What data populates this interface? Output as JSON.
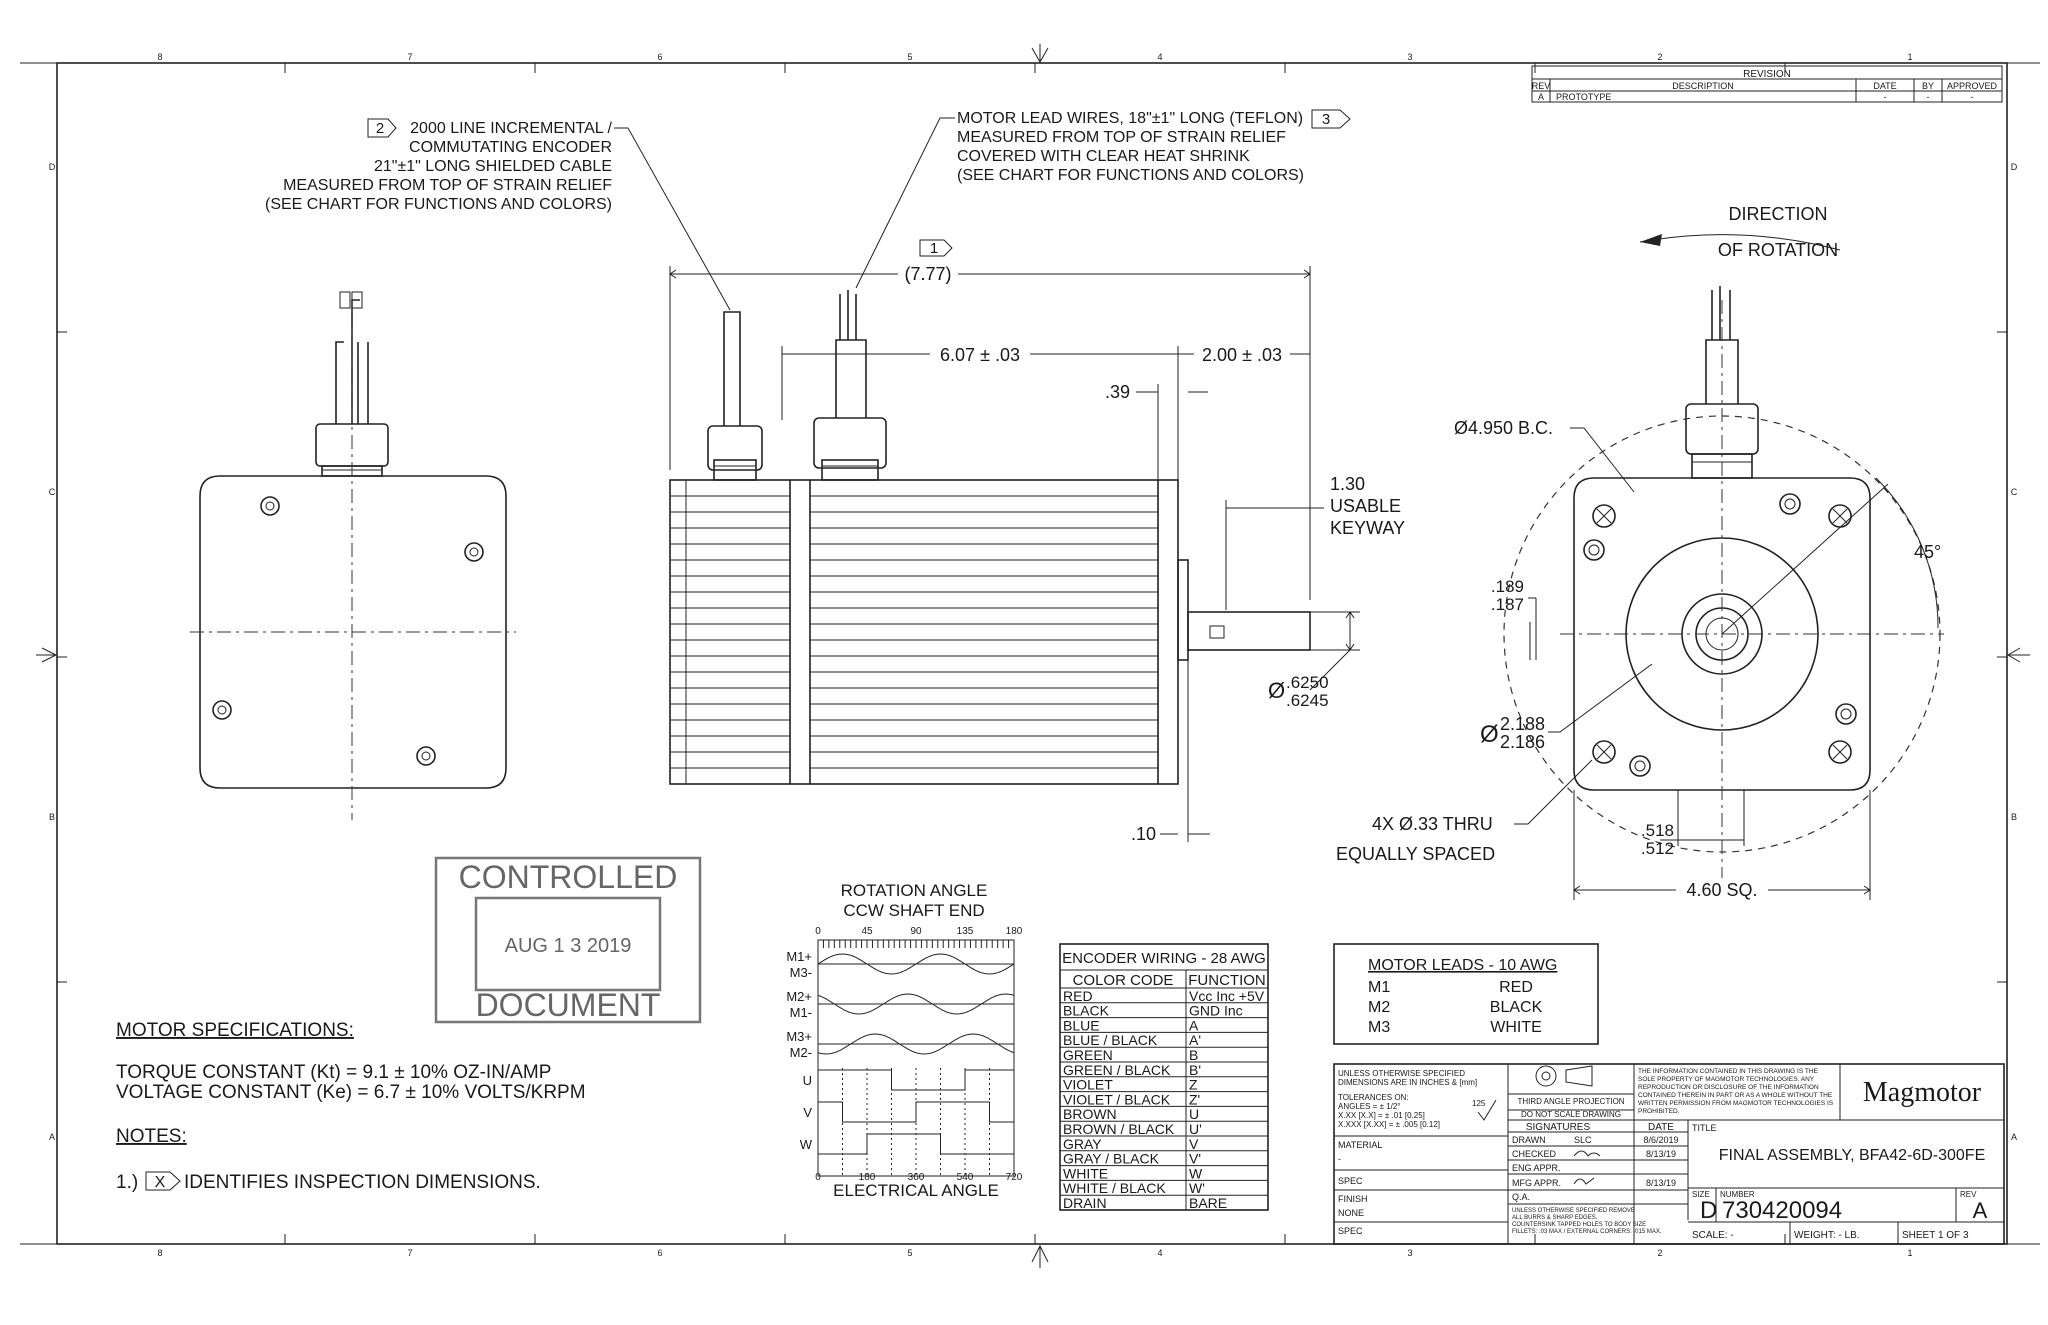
{
  "border": {
    "columns": [
      "8",
      "7",
      "6",
      "5",
      "4",
      "3",
      "2",
      "1"
    ],
    "rows": [
      "D",
      "C",
      "B",
      "A"
    ]
  },
  "revision": {
    "header": "REVISION",
    "cols": [
      "REV",
      "DESCRIPTION",
      "DATE",
      "BY",
      "APPROVED"
    ],
    "row": [
      "A",
      "PROTOTYPE",
      "-",
      "-",
      "-"
    ]
  },
  "callouts": {
    "encoder": {
      "tag": "2",
      "lines": [
        "2000 LINE INCREMENTAL /",
        "COMMUTATING ENCODER",
        "21\"±1\" LONG SHIELDED CABLE",
        "MEASURED FROM TOP OF STRAIN RELIEF",
        "(SEE CHART FOR FUNCTIONS AND COLORS)"
      ]
    },
    "leads": {
      "tag": "3",
      "lines": [
        "MOTOR LEAD WIRES, 18\"±1\" LONG (TEFLON)",
        "MEASURED FROM TOP OF STRAIN RELIEF",
        "COVERED WITH CLEAR HEAT SHRINK",
        "(SEE CHART FOR FUNCTIONS AND COLORS)"
      ]
    }
  },
  "dims": {
    "overall_tag": "1",
    "overall": "(7.77)",
    "body": "6.07 ± .03",
    "shaft": "2.00 ± .03",
    "flange": ".39",
    "pilot": ".10",
    "keyway_len": "1.30",
    "keyway_l2": "USABLE",
    "keyway_l3": "KEYWAY",
    "key_a": ".189",
    "key_b": ".187",
    "shaft_prefix": "Ø",
    "shaft_a": ".6250",
    "shaft_b": ".6245",
    "bc": "Ø4.950 B.C.",
    "pilot_prefix": "Ø",
    "pilot_a": "2.188",
    "pilot_b": "2.186",
    "holes": "4X Ø.33 THRU",
    "holes_l2": "EQUALLY SPACED",
    "off_a": ".518",
    "off_b": ".512",
    "square": "4.60 SQ.",
    "angle": "45°",
    "rot1": "DIRECTION",
    "rot2": "OF ROTATION"
  },
  "stamp": {
    "top": "CONTROLLED",
    "date": "AUG 1 3 2019",
    "bottom": "DOCUMENT"
  },
  "rotation": {
    "title1": "ROTATION ANGLE",
    "title2": "CCW SHAFT END",
    "top_ticks": [
      "0",
      "45",
      "90",
      "135",
      "180"
    ],
    "labels": [
      "M1+",
      "M3-",
      "M2+",
      "M1-",
      "M3+",
      "M2-",
      "U",
      "V",
      "W"
    ],
    "bottom_ticks": [
      "0",
      "180",
      "360",
      "540",
      "720"
    ],
    "xlabel": "ELECTRICAL ANGLE"
  },
  "encoder_table": {
    "title": "ENCODER WIRING - 28 AWG",
    "headers": [
      "COLOR CODE",
      "FUNCTION"
    ],
    "rows": [
      [
        "RED",
        "Vcc Inc +5V"
      ],
      [
        "BLACK",
        "GND Inc"
      ],
      [
        "BLUE",
        "A"
      ],
      [
        "BLUE / BLACK",
        "A'"
      ],
      [
        "GREEN",
        "B"
      ],
      [
        "GREEN / BLACK",
        "B'"
      ],
      [
        "VIOLET",
        "Z"
      ],
      [
        "VIOLET / BLACK",
        "Z'"
      ],
      [
        "BROWN",
        "U"
      ],
      [
        "BROWN / BLACK",
        "U'"
      ],
      [
        "GRAY",
        "V"
      ],
      [
        "GRAY / BLACK",
        "V'"
      ],
      [
        "WHITE",
        "W"
      ],
      [
        "WHITE / BLACK",
        "W'"
      ],
      [
        "DRAIN",
        "BARE"
      ]
    ]
  },
  "motor_leads": {
    "title": "MOTOR LEADS - 10 AWG",
    "rows": [
      [
        "M1",
        "RED"
      ],
      [
        "M2",
        "BLACK"
      ],
      [
        "M3",
        "WHITE"
      ]
    ]
  },
  "specs": {
    "title": "MOTOR SPECIFICATIONS:",
    "kt": "TORQUE CONSTANT (Kt) = 9.1 ± 10% OZ-IN/AMP",
    "ke": "VOLTAGE CONSTANT (Ke) = 6.7 ± 10% VOLTS/KRPM",
    "notes_title": "NOTES:",
    "note_prefix": "1.)",
    "note_tag": "X",
    "note_text": "IDENTIFIES INSPECTION DIMENSIONS."
  },
  "title_block": {
    "tol1": "UNLESS OTHERWISE SPECIFIED",
    "tol2": "DIMENSIONS ARE IN INCHES & [mm]",
    "tol3": "TOLERANCES ON:",
    "tol4": "ANGLES = ± 1/2°",
    "tol5": "X.XX [X.X] = ± .01 [0.25]",
    "tol6": "X.XXX [X.XX] = ± .005 [0.12]",
    "finish_sym": "125",
    "projection": "THIRD ANGLE PROJECTION",
    "noscale": "DO NOT SCALE DRAWING",
    "material": "MATERIAL",
    "material_val": "-",
    "spec": "SPEC",
    "finish": "FINISH",
    "finish_val": "NONE",
    "spec2": "SPEC",
    "signatures": "SIGNATURES",
    "date": "DATE",
    "drawn": "DRAWN",
    "drawn_by": "SLC",
    "drawn_date": "8/6/2019",
    "checked": "CHECKED",
    "checked_date": "8/13/19",
    "eng": "ENG APPR.",
    "mfg": "MFG APPR.",
    "mfg_date": "8/13/19",
    "qa": "Q.A.",
    "burr1": "UNLESS OTHERWISE SPECIFIED REMOVE",
    "burr2": "ALL BURRS & SHARP EDGES,",
    "burr3": "COUNTERSINK TAPPED HOLES TO BODY SIZE",
    "burr4": "FILLETS: .03 MAX / EXTERNAL CORNERS: .015 MAX.",
    "prop1": "THE INFORMATION CONTAINED IN THIS DRAWING IS THE",
    "prop2": "SOLE PROPERTY OF MAGMOTOR TECHNOLOGIES. ANY",
    "prop3": "REPRODUCTION OR DISCLOSURE OF THE INFORMATION",
    "prop4": "CONTAINED THEREIN IN PART OR AS A WHOLE WITHOUT THE",
    "prop5": "WRITTEN PERMISSION FROM MAGMOTOR TECHNOLOGIES IS",
    "prop6": "PROHIBITED.",
    "logo": "Magmotor",
    "title_label": "TITLE",
    "title": "FINAL ASSEMBLY, BFA42-6D-300FE",
    "size_label": "SIZE",
    "size": "D",
    "number_label": "NUMBER",
    "number": "730420094",
    "rev_label": "REV",
    "rev": "A",
    "scale": "SCALE: -",
    "weight": "WEIGHT: - LB.",
    "sheet": "SHEET 1 OF 3"
  }
}
